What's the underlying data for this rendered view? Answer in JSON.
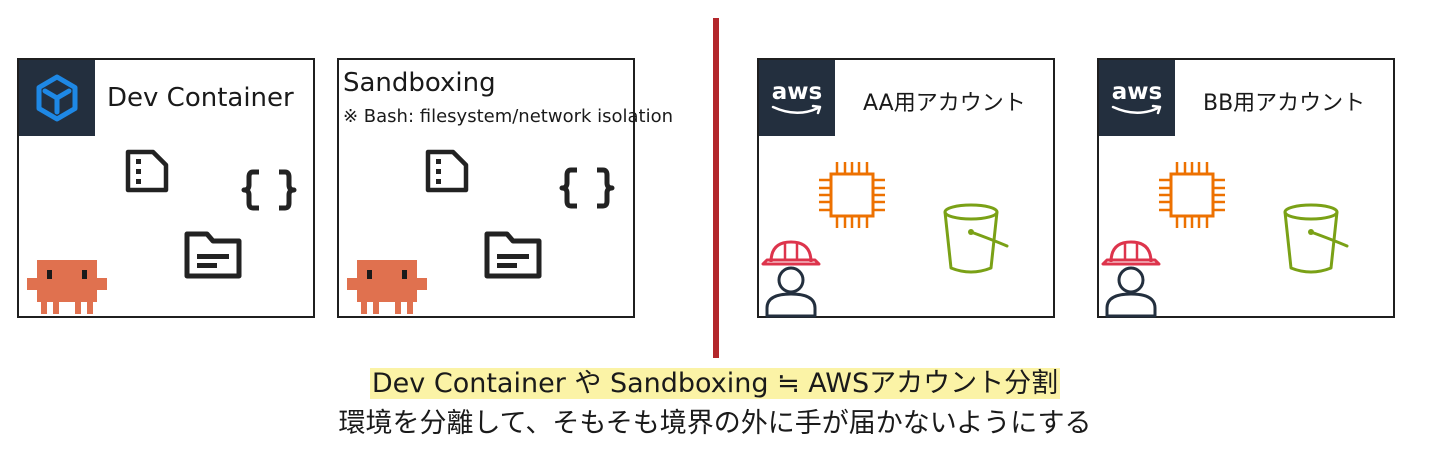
{
  "dev_container": {
    "title": "Dev Container",
    "icon": "dev-container-cube-icon"
  },
  "sandboxing": {
    "title": "Sandboxing",
    "subtitle": "※ Bash: filesystem/network isolation"
  },
  "aws_a": {
    "logo_text": "aws",
    "title": "AA用アカウント"
  },
  "aws_b": {
    "logo_text": "aws",
    "title": "BB用アカウント"
  },
  "icons": [
    "file-icon",
    "code-braces-icon",
    "folder-icon",
    "claude-mascot-icon",
    "ec2-chip-icon",
    "s3-bucket-icon",
    "worker-helmet-icon"
  ],
  "colors": {
    "divider": "#b3272b",
    "highlight": "#fbf3a6",
    "aws_orange": "#ed7100",
    "aws_green": "#7aa116",
    "helmet_red": "#dd344c",
    "mascot": "#e0714f",
    "aws_dark": "#232f3e",
    "cube_blue": "#1e88e5"
  },
  "caption": {
    "main": "Dev Container や Sandboxing ≒ AWSアカウント分割",
    "sub": "環境を分離して、そもそも境界の外に手が届かないようにする"
  }
}
